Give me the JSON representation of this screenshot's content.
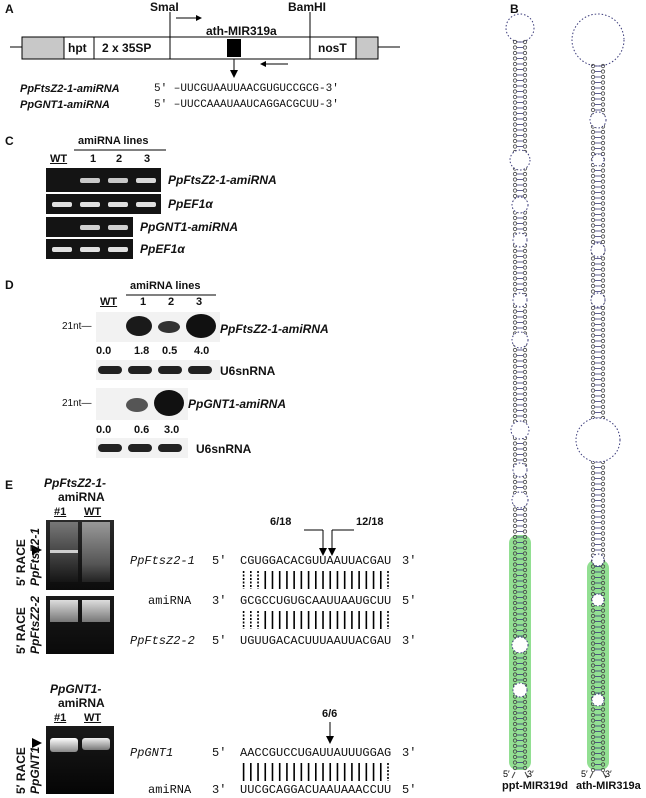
{
  "panels": {
    "a": "A",
    "b": "B",
    "c": "C",
    "d": "D",
    "e": "E"
  },
  "construct": {
    "smai": "SmaI",
    "bamhi": "BamHI",
    "mir": "ath-MIR319a",
    "hpt": "hpt",
    "promoter": "2 x 35SP",
    "nost": "nosT",
    "seq1_name": "PpFtsZ2-1-amiRNA",
    "seq1": "5′ –UUCGUAAUUAACGUGUCCGCG-3′",
    "seq2_name": "PpGNT1-amiRNA",
    "seq2": "5′ –UUCCAAAUAAUCAGGACGCUU-3′"
  },
  "panel_c": {
    "group_label": "amiRNA lines",
    "wt": "WT",
    "lanes": [
      "1",
      "2",
      "3"
    ],
    "rows": [
      "PpFtsZ2-1-amiRNA",
      "PpEF1α",
      "PpGNT1-amiRNA",
      "PpEF1α"
    ]
  },
  "panel_d": {
    "group_label": "amiRNA lines",
    "wt": "WT",
    "lanes": [
      "1",
      "2",
      "3"
    ],
    "marker": "21nt—",
    "blot1_label": "PpFtsZ2-1-amiRNA",
    "u6": "U6snRNA",
    "values1": [
      "0.0",
      "1.8",
      "0.5",
      "4.0"
    ],
    "blot2_label": "PpGNT1-amiRNA",
    "values2": [
      "0.0",
      "0.6",
      "3.0"
    ]
  },
  "panel_e": {
    "title1a": "PpFtsZ2-1-",
    "title1b": "amiRNA",
    "lane_a": "#1",
    "lane_b": "WT",
    "race_label": "5′ RACE",
    "race1_gene": "PpFtsZ2-1",
    "race2_gene": "PpFtsZ2-2",
    "title2a": "PpGNT1-",
    "title2b": "amiRNA",
    "race3_gene": "PpGNT1",
    "frac1": "6/18",
    "frac2": "12/18",
    "frac3": "6/6",
    "align1": {
      "row1_name": "PpFtsz2-1",
      "row1_p5": "5′",
      "row1_seq": "CGUGGACACGUUAAUUACGAU",
      "row1_p3": "3′",
      "row2_name": "amiRNA",
      "row2_p5": "3′",
      "row2_seq": "GCGCCUGUGCAAUUAAUGCUU",
      "row2_p3": "5′",
      "row3_name": "PpFtsZ2-2",
      "row3_p5": "5′",
      "row3_seq": "UGUUGACACUUUAAUUACGAU",
      "row3_p3": "3′"
    },
    "align2": {
      "row1_name": "PpGNT1",
      "row1_p5": "5′",
      "row1_seq": "AACCGUCCUGAUUAUUUGGAG",
      "row1_p3": "3′",
      "row2_name": "amiRNA",
      "row2_p5": "3′",
      "row2_seq": "UUCGCAGGACUAAUAAACCUU",
      "row2_p3": "5′"
    }
  },
  "panel_b": {
    "label1": "ppt-MIR319d",
    "label2": "ath-MIR319a",
    "end5": "5′",
    "end3": "3′",
    "highlight_color": "#7fd97f",
    "backbone_color": "#3a3a7a"
  }
}
